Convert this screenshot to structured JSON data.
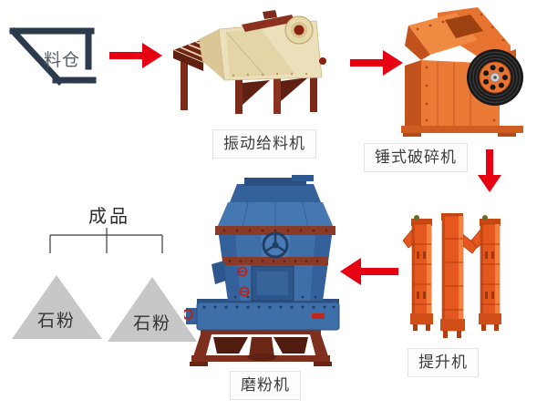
{
  "flow": {
    "hopper": {
      "label": "料仓"
    },
    "feeder": {
      "label": "振动给料机"
    },
    "crusher": {
      "label": "锤式破碎机"
    },
    "elevator": {
      "label": "提升机"
    },
    "mill": {
      "label": "磨粉机"
    },
    "product": {
      "label": "成品"
    },
    "outputs": [
      {
        "label": "石粉"
      },
      {
        "label": "石粉"
      }
    ],
    "connections": [
      {
        "from": "料仓",
        "to": "振动给料机",
        "direction": "right"
      },
      {
        "from": "振动给料机",
        "to": "锤式破碎机",
        "direction": "right"
      },
      {
        "from": "锤式破碎机",
        "to": "提升机",
        "direction": "down"
      },
      {
        "from": "提升机",
        "to": "磨粉机",
        "direction": "left"
      },
      {
        "from": "磨粉机",
        "to": "成品",
        "direction": "branch-to-two-products"
      }
    ]
  },
  "colors": {
    "arrow_red": "#e60012",
    "hopper_outline": "#2c3a4e",
    "product_triangle": "#c7c7c7",
    "caption_text": "#3d3d3d",
    "caption_border": "#e3e3e3",
    "feeder_body_cream": "#ece0bb",
    "feeder_frame_maroon": "#8a3120",
    "crusher_orange": "#e87230",
    "crusher_pulley_black": "#181818",
    "elevator_orange": "#e4571e",
    "mill_blue": "#3e6fa9",
    "mill_frame_maroon": "#7e2f1e",
    "background": "#ffffff"
  }
}
